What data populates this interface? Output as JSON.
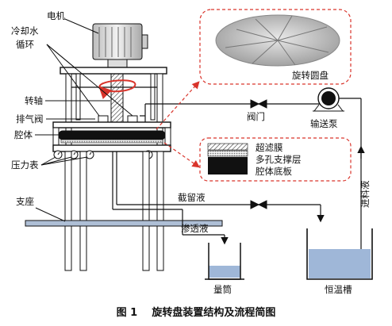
{
  "labels": {
    "motor": "电机",
    "cooling_water_1": "冷却水",
    "cooling_water_2": "循环",
    "shaft": "转轴",
    "vent_valve": "排气阀",
    "chamber": "腔体",
    "pressure_gauge": "压力表",
    "support": "支座",
    "rotating_disk": "旋转圆盘",
    "valve": "阀门",
    "feed_pump": "输送泵",
    "ultrafiltration_membrane": "超滤膜",
    "porous_support_layer": "多孔支撑层",
    "chamber_bottom_plate": "腔体底板",
    "retentate": "截留液",
    "permeate": "渗透液",
    "feed_liquid": "进料液",
    "measuring_cylinder": "量筒",
    "thermostatic_tank": "恒温槽"
  },
  "caption": "图 1    旋转盘装置结构及流程简图",
  "colors": {
    "line": "#111111",
    "dashed_red": "#d9342b",
    "water": "#9fb7d8",
    "base_plate": "#aebfd6"
  }
}
